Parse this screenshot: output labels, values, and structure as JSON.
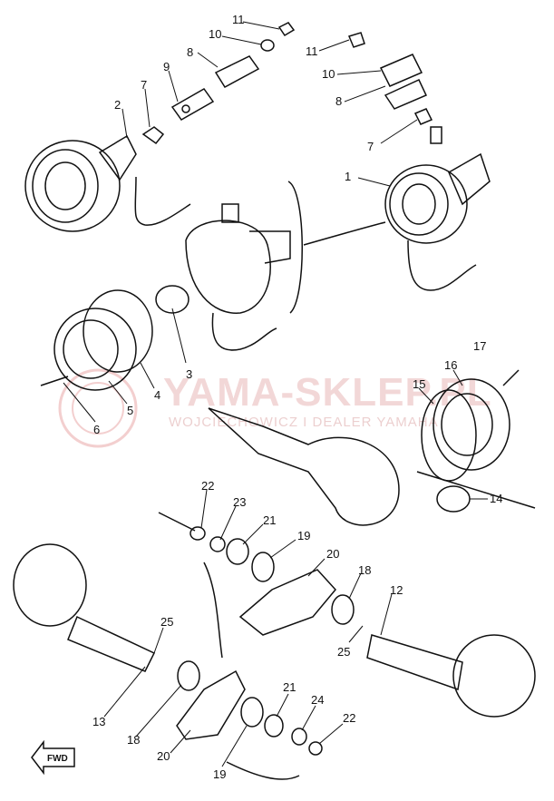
{
  "watermark": {
    "title": "YAMA-SKLEP.PL",
    "subtitle": "WOJCIECHOWICZ I DEALER YAMAHA"
  },
  "fwd_label": "FWD",
  "parts": {
    "p1": "1",
    "p2": "2",
    "p3": "3",
    "p4": "4",
    "p5": "5",
    "p6": "6",
    "p7a": "7",
    "p7b": "7",
    "p8a": "8",
    "p8b": "8",
    "p9": "9",
    "p10a": "10",
    "p10b": "10",
    "p11a": "11",
    "p11b": "11",
    "p12": "12",
    "p13": "13",
    "p14": "14",
    "p15": "15",
    "p16": "16",
    "p17": "17",
    "p18a": "18",
    "p18b": "18",
    "p19a": "19",
    "p19b": "19",
    "p20a": "20",
    "p20b": "20",
    "p21a": "21",
    "p21b": "21",
    "p22a": "22",
    "p22b": "22",
    "p23": "23",
    "p24": "24",
    "p25a": "25",
    "p25b": "25"
  }
}
